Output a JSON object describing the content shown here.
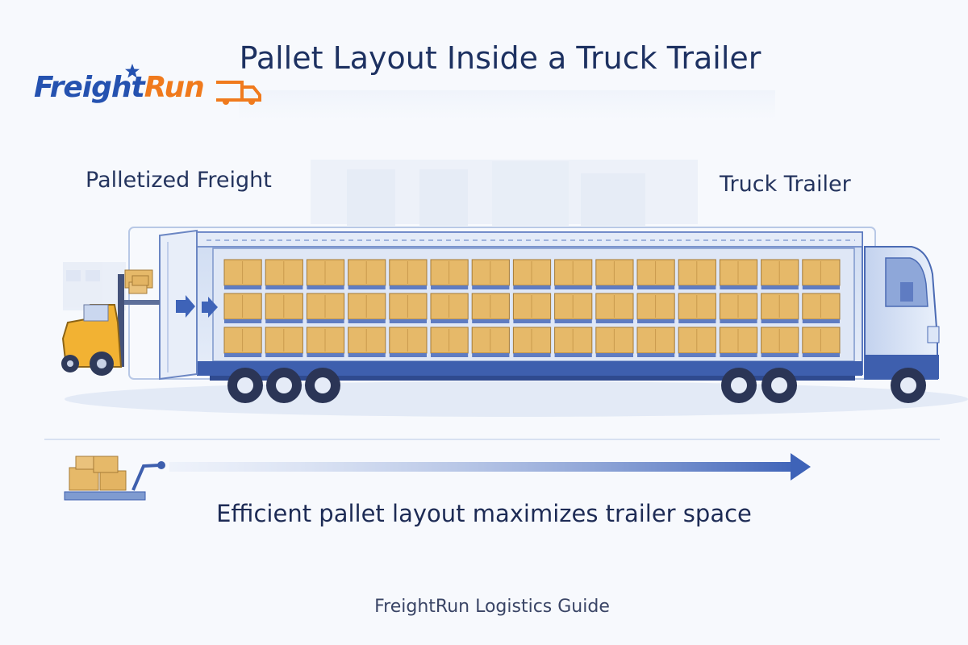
{
  "logo": {
    "part1": "Freight",
    "part2": "Run"
  },
  "title": "Pallet Layout Inside a Truck Trailer",
  "labels": {
    "left": "Palletized Freight",
    "right": "Truck Trailer"
  },
  "caption": "Efficient pallet layout maximizes trailer space",
  "footer": "FreightRun Logistics Guide",
  "colors": {
    "brand_blue": "#2552b0",
    "brand_orange": "#f07a1d",
    "title_navy": "#1d3161",
    "trailer_blue": "#3e5fae",
    "box": "#e6b969",
    "forklift": "#f2b233"
  },
  "trailer": {
    "pallet_rows": 3,
    "pallet_columns": 15
  }
}
